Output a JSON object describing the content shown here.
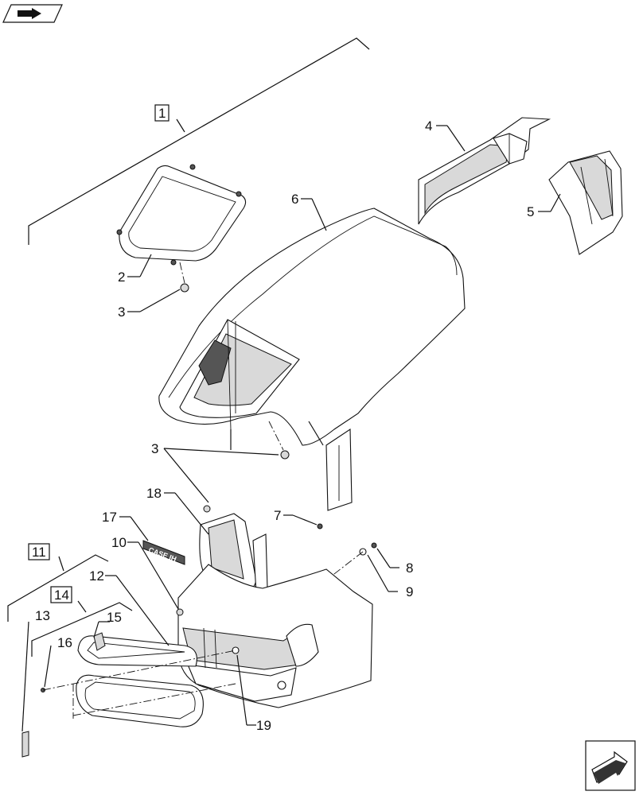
{
  "callouts": {
    "c1": "1",
    "c2": "2",
    "c3a": "3",
    "c3b": "3",
    "c4": "4",
    "c5": "5",
    "c6": "6",
    "c7": "7",
    "c8": "8",
    "c9": "9",
    "c10": "10",
    "c11": "11",
    "c12": "12",
    "c13": "13",
    "c14": "14",
    "c15": "15",
    "c16": "16",
    "c17": "17",
    "c18": "18",
    "c19": "19"
  },
  "decal_text": "CASE IH",
  "icons": {
    "top_left": "assembly-book-icon",
    "bottom_right": "next-page-arrow-icon"
  }
}
